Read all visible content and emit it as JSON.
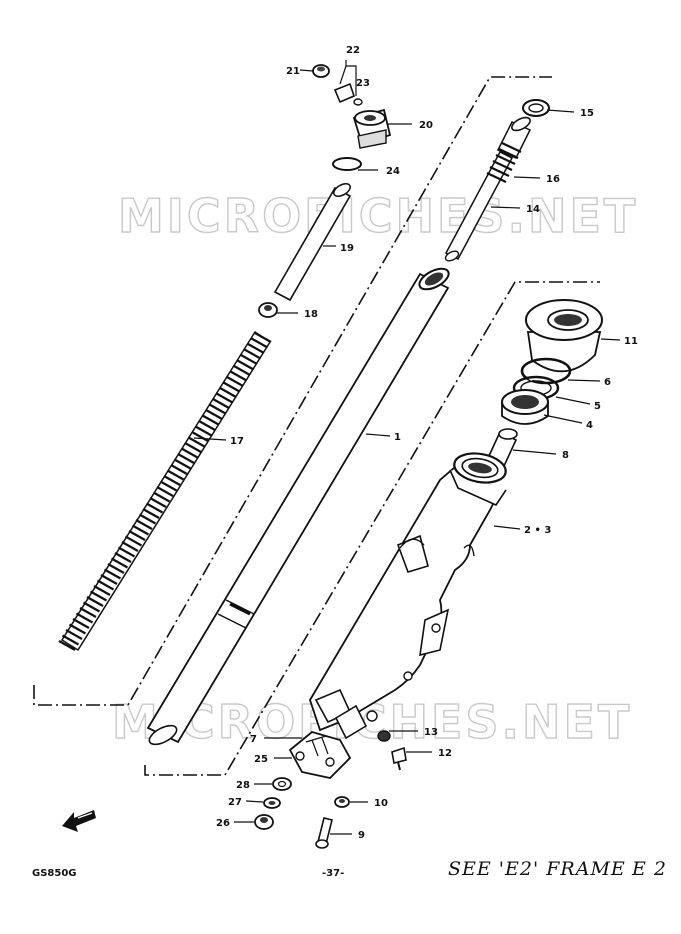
{
  "watermarks": [
    "MICROFICHES.NET",
    "MICROFICHES.NET"
  ],
  "parts": {
    "p1": "1",
    "p23": "2 • 3",
    "p4": "4",
    "p5": "5",
    "p6": "6",
    "p7": "7",
    "p8": "8",
    "p9": "9",
    "p10": "10",
    "p11": "11",
    "p12": "12",
    "p13": "13",
    "p14": "14",
    "p15": "15",
    "p16": "16",
    "p17": "17",
    "p18": "18",
    "p19": "19",
    "p20": "20",
    "p21": "21",
    "p22": "22",
    "p23b": "23",
    "p24": "24",
    "p25": "25",
    "p26": "26",
    "p27": "27",
    "p28": "28"
  },
  "footer": {
    "model": "GS850G",
    "page": "-37-",
    "note": "SEE 'E2' FRAME",
    "code": "E 2"
  }
}
